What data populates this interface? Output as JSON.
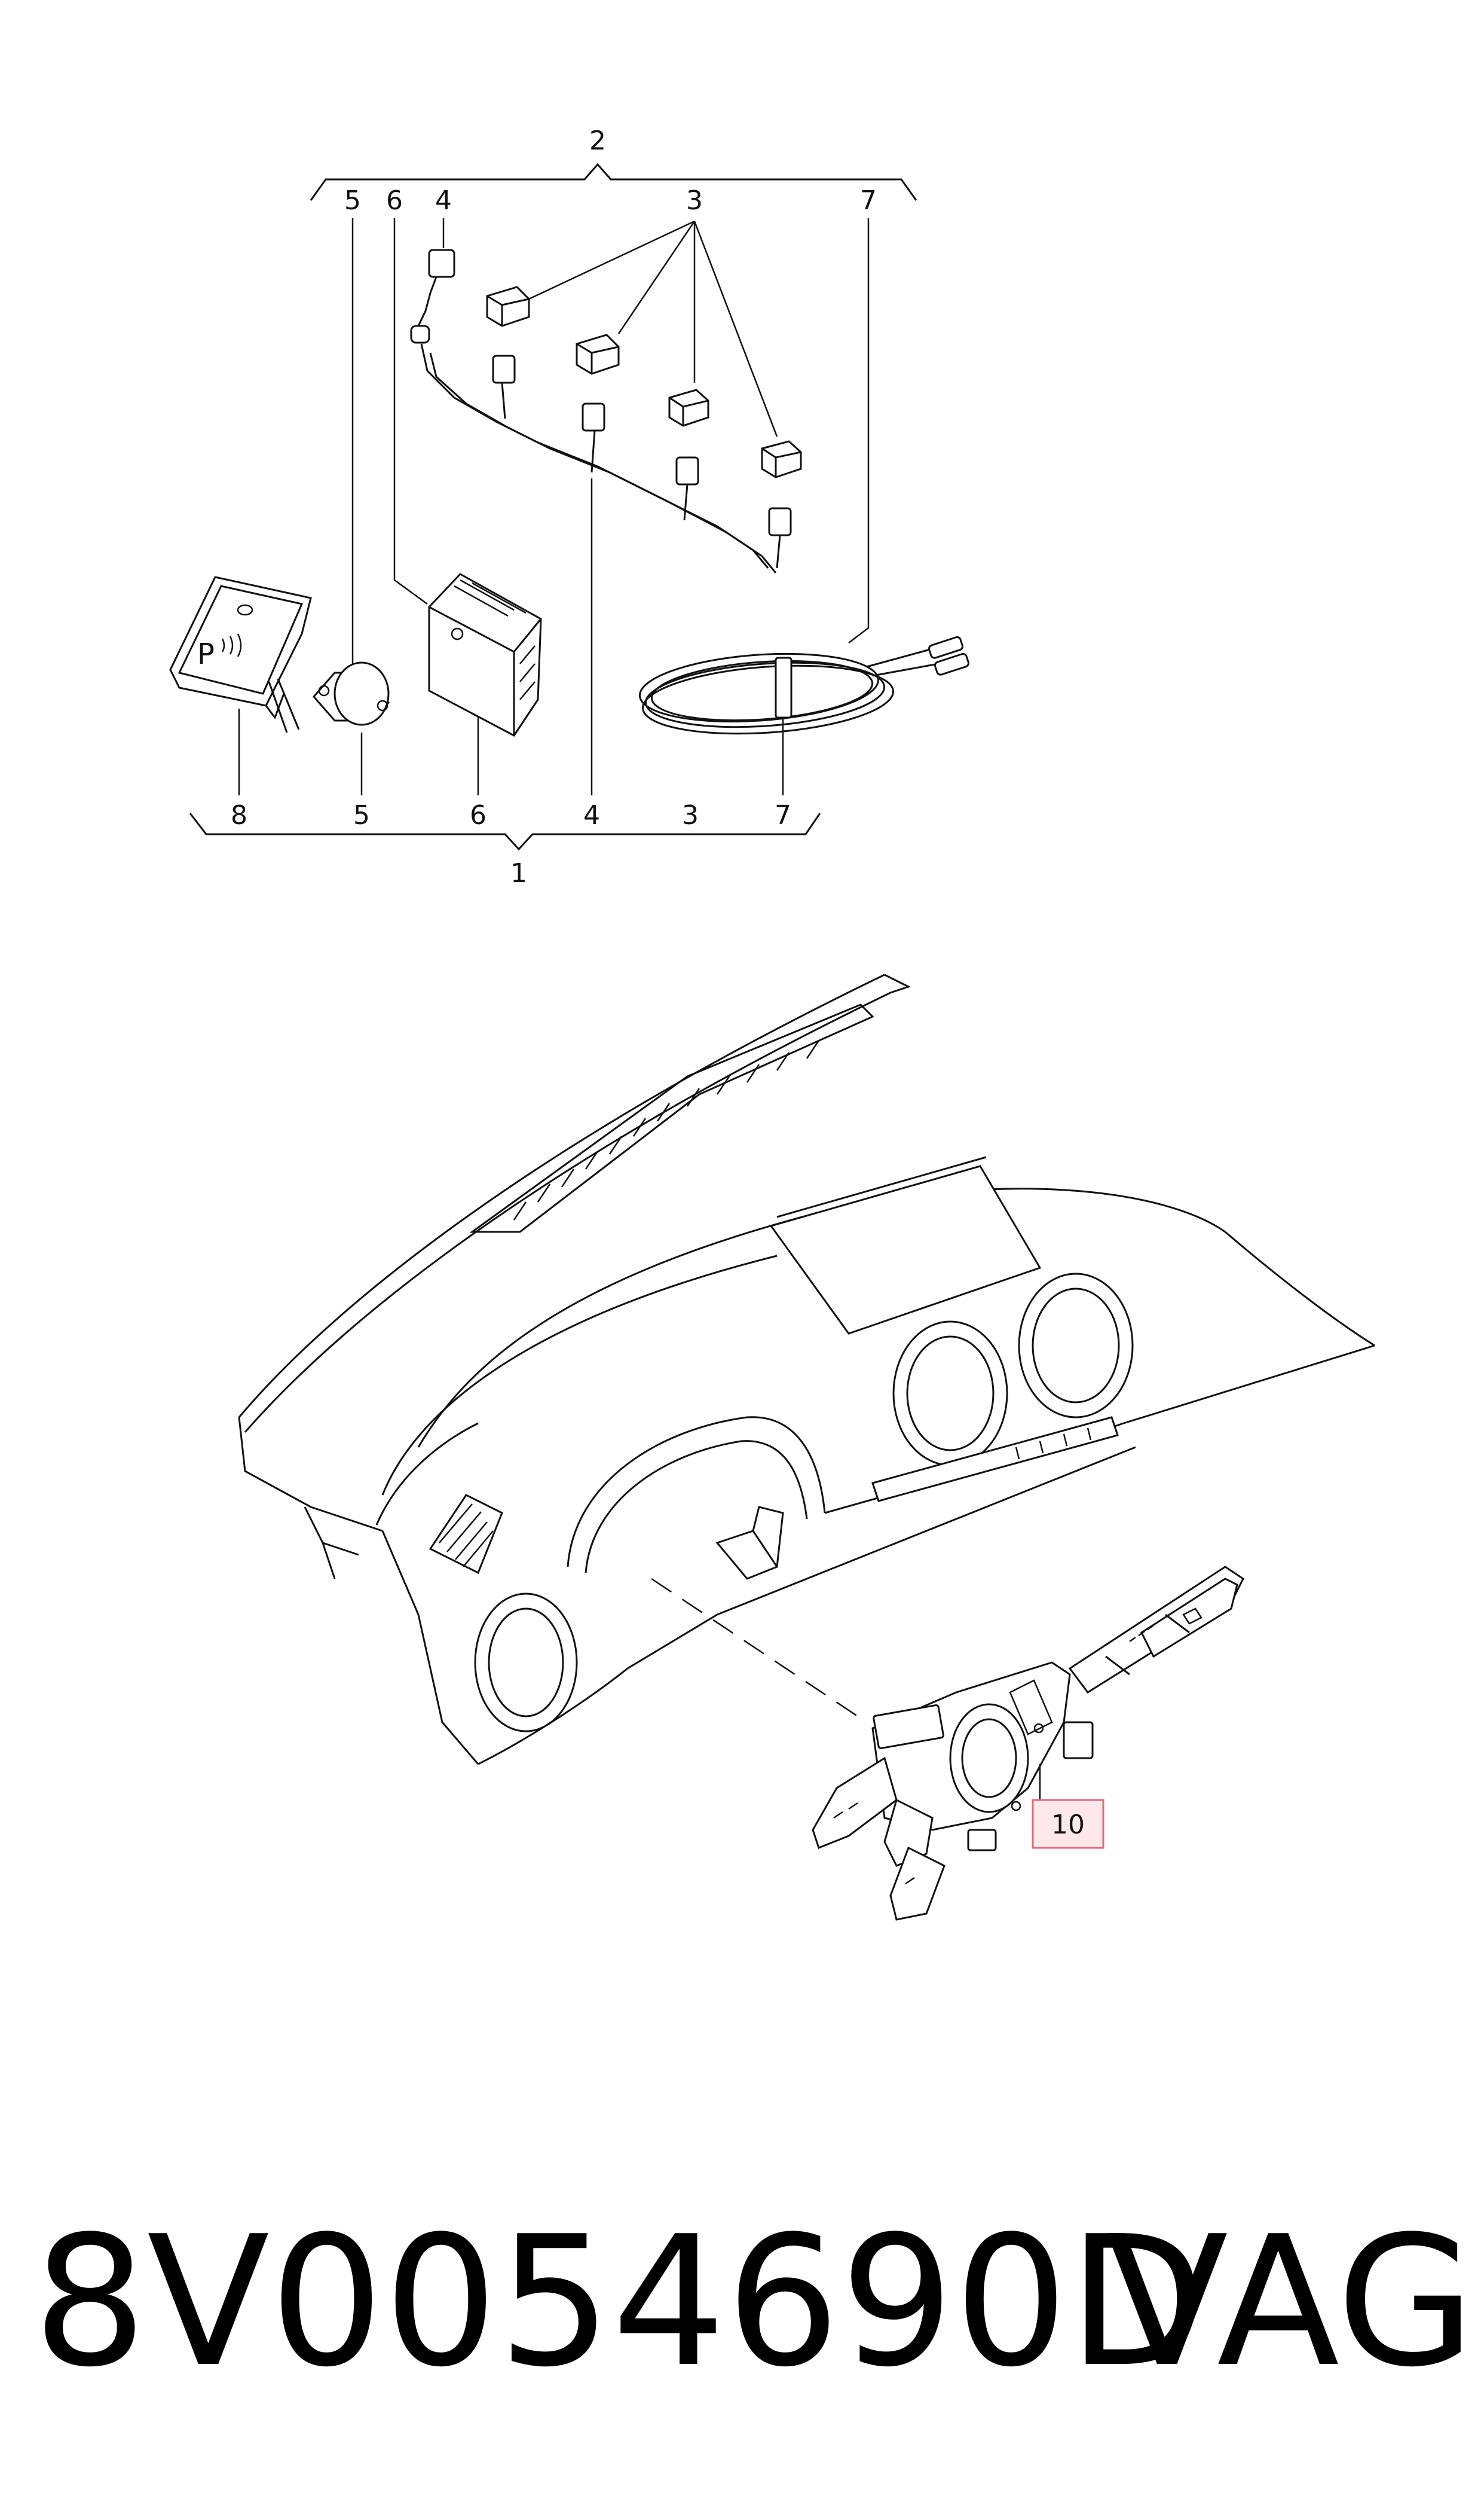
{
  "callouts": {
    "c1": "1",
    "c2": "2",
    "c3_top": "3",
    "c3_bottom": "3",
    "c4_top": "4",
    "c4_bottom": "4",
    "c5_top": "5",
    "c5_bottom": "5",
    "c6_top": "6",
    "c6_bottom": "6",
    "c7_top": "7",
    "c7_bottom": "7",
    "c8": "8",
    "c10": "10"
  },
  "footer": {
    "part_number": "8V0054690D",
    "brand": "VAG"
  },
  "colors": {
    "line": "#111111",
    "highlight_fill": "#ffe8ea",
    "highlight_stroke": "#e06a78"
  },
  "icons": {
    "parking_button": "parking-sensor-button-icon",
    "buzzer": "buzzer-icon",
    "control_unit": "control-unit-icon",
    "sensor": "parking-sensor-icon",
    "cable": "coiled-cable-icon",
    "dashboard": "dashboard-icon",
    "stalk": "steering-column-switch-icon"
  }
}
